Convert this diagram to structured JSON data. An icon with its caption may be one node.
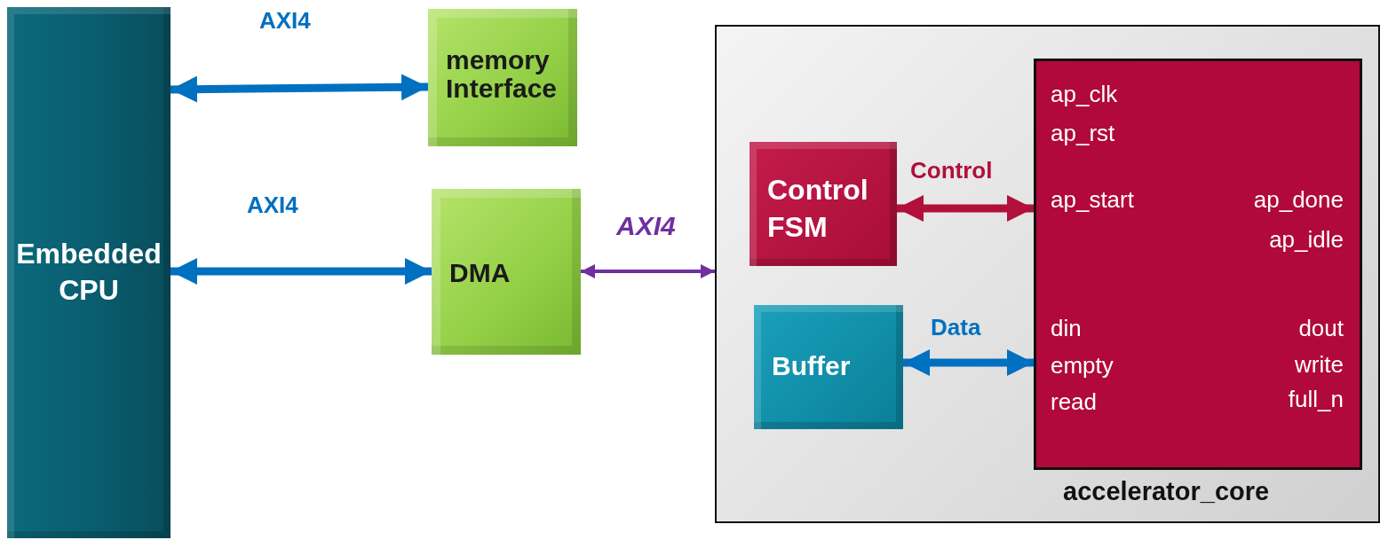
{
  "diagram": {
    "nodes": [
      {
        "text": [
          "Embedded CPU"
        ]
      },
      {
        "text": [
          "memory Interface"
        ]
      },
      {
        "text": [
          "DMA"
        ]
      },
      {
        "text": [
          "accelerator_core"
        ]
      },
      {
        "text": [
          "ap_clk",
          "ap_rst",
          "ap_start",
          "ap_done",
          "ap_idle",
          "din",
          "dout",
          "empty",
          "write",
          "read",
          "full_n"
        ],
        "in": 3
      },
      {
        "text": [
          "Control FSM"
        ],
        "in": 3
      },
      {
        "text": [
          "Buffer"
        ],
        "in": 3
      }
    ],
    "edges": [
      {
        "from": 0,
        "to": 1,
        "arrow": "both",
        "label": "AXI4"
      },
      {
        "from": 0,
        "to": 2,
        "arrow": "both",
        "label": "AXI4"
      },
      {
        "from": 2,
        "to": 3,
        "arrow": "both",
        "label": "AXI4",
        "color": "#7030a0"
      },
      {
        "from": 5,
        "to": 4,
        "arrow": "both",
        "label": "Control",
        "color": "#b0103a"
      },
      {
        "from": 6,
        "to": 4,
        "arrow": "both",
        "label": "Data"
      }
    ]
  }
}
